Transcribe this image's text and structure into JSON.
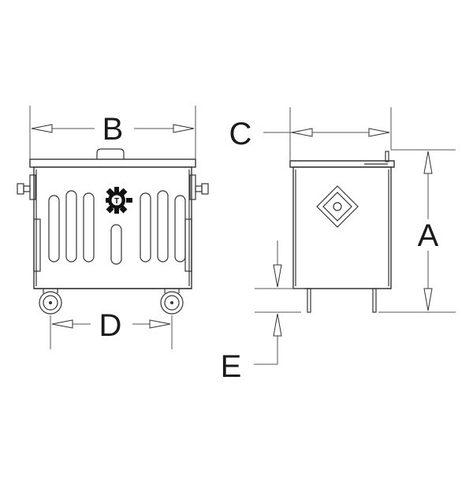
{
  "dimensions": {
    "A": "A",
    "B": "B",
    "C": "C",
    "D": "D",
    "E": "E"
  },
  "logo": {
    "letter": "T"
  },
  "colors": {
    "line": "#333333",
    "background": "#ffffff",
    "logo": "#111111"
  },
  "icons": [
    "gear-logo-icon",
    "hazard-diamond-icon",
    "wheel-icon",
    "handle-icon"
  ]
}
